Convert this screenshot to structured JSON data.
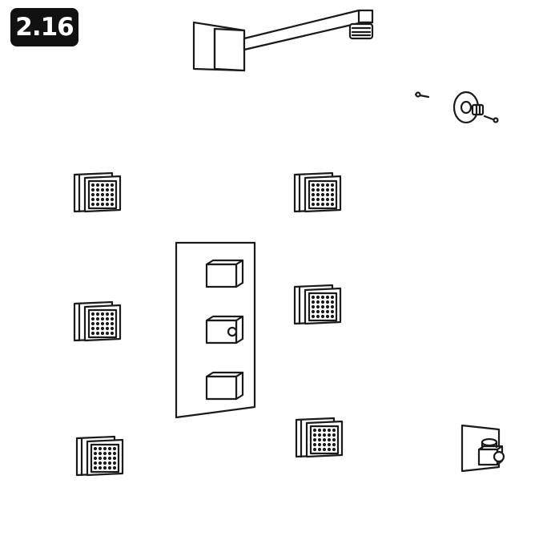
{
  "badge": {
    "label": "2.16"
  },
  "colors": {
    "line": "#1a1a1a",
    "badge_bg": "#111111",
    "badge_text": "#ffffff",
    "background": "#ffffff"
  },
  "parts": [
    {
      "name": "shower-arm-with-wall-flange"
    },
    {
      "name": "mounting-screw"
    },
    {
      "name": "wall-elbow-connector"
    },
    {
      "name": "body-jet"
    },
    {
      "name": "thermostatic-valve-with-three-handles"
    },
    {
      "name": "hand-shower-outlet"
    }
  ]
}
